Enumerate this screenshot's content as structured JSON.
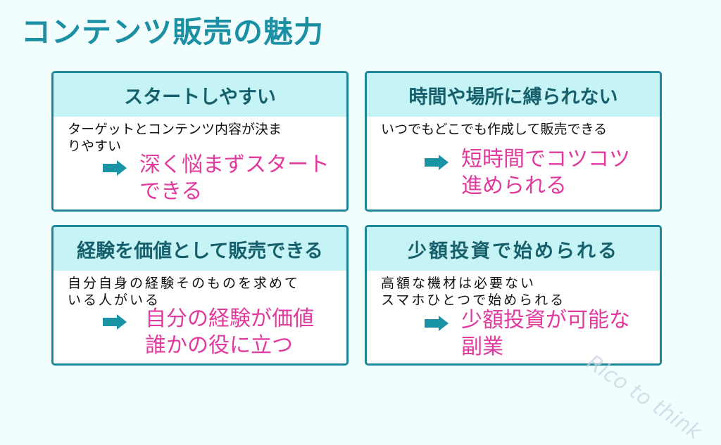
{
  "title": "コンテンツ販売の魅力",
  "colors": {
    "title": "#1b8fa3",
    "card_border": "#1c8899",
    "card_header_bg": "#c6f3f5",
    "card_header_text": "#16606d",
    "arrow": "#1a93a5",
    "highlight": "#e03a9e",
    "background": "#f2fdfe"
  },
  "cards": [
    {
      "heading": "スタートしやすい",
      "description": [
        "ターゲットとコンテンツ内容が決ま",
        "りやすい"
      ],
      "arrow_icon": "right-arrow-icon",
      "result": [
        "深く悩まずスタート",
        "できる"
      ]
    },
    {
      "heading": "時間や場所に縛られない",
      "description": [
        "いつでもどこでも作成して販売できる"
      ],
      "arrow_icon": "right-arrow-icon",
      "result": [
        "短時間でコツコツ",
        "進められる"
      ]
    },
    {
      "heading": "経験を価値として販売できる",
      "description": [
        "自分自身の経験そのものを求めて",
        "いる人がいる"
      ],
      "arrow_icon": "right-arrow-icon",
      "result": [
        "自分の経験が価値",
        "誰かの役に立つ"
      ]
    },
    {
      "heading": "少額投資で始められる",
      "description": [
        "高額な機材は必要ない",
        "スマホひとつで始められる"
      ],
      "arrow_icon": "right-arrow-icon",
      "result": [
        "少額投資が可能な",
        "副業"
      ]
    }
  ],
  "watermark": "Rico to think"
}
